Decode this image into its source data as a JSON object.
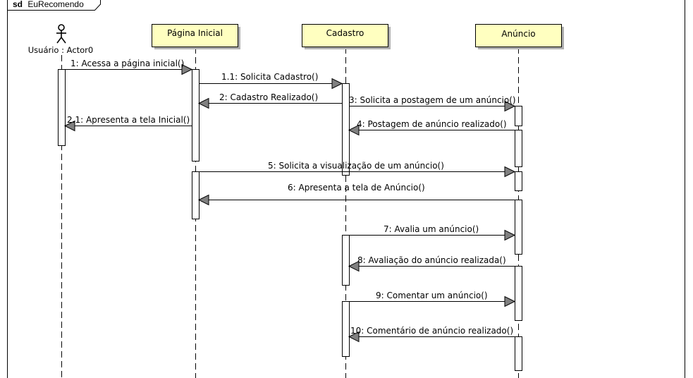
{
  "frame": {
    "keyword": "sd",
    "name": "EuRecomendo"
  },
  "colors": {
    "lifeline_box_fill": "#ffffc0",
    "lifeline_box_shadow": "#b0b0b0",
    "line": "#000000",
    "arrow_fill": "#808080",
    "background": "#ffffff"
  },
  "actor": {
    "icon": "stick-figure-icon",
    "label": "Usuário : Actor0"
  },
  "lifelines": [
    {
      "id": "pagina",
      "label": "Página Inicial"
    },
    {
      "id": "cadastro",
      "label": "Cadastro"
    },
    {
      "id": "anuncio",
      "label": "Anúncio"
    }
  ],
  "messages": [
    {
      "id": "m1",
      "from": "actor",
      "to": "pagina",
      "label": "1: Acessa a página inicial()"
    },
    {
      "id": "m1_1",
      "from": "pagina",
      "to": "cadastro",
      "label": "1.1: Solicita Cadastro()"
    },
    {
      "id": "m2",
      "from": "cadastro",
      "to": "pagina",
      "label": "2: Cadastro Realizado()"
    },
    {
      "id": "m3",
      "from": "cadastro",
      "to": "anuncio",
      "label": "3: Solicita a postagem de um anúncio()"
    },
    {
      "id": "m2_1",
      "from": "pagina",
      "to": "actor",
      "label": "2.1: Apresenta a tela Inicial()"
    },
    {
      "id": "m4",
      "from": "anuncio",
      "to": "cadastro",
      "label": "4: Postagem de anúncio realizado()"
    },
    {
      "id": "m5",
      "from": "pagina",
      "to": "anuncio",
      "label": "5: Solicita a visualização de um anúncio()"
    },
    {
      "id": "m6",
      "from": "anuncio",
      "to": "pagina",
      "label": "6: Apresenta a tela de Anúncio()"
    },
    {
      "id": "m7",
      "from": "cadastro",
      "to": "anuncio",
      "label": "7: Avalia um anúncio()"
    },
    {
      "id": "m8",
      "from": "anuncio",
      "to": "cadastro",
      "label": "8: Avaliação do anúncio realizada()"
    },
    {
      "id": "m9",
      "from": "cadastro",
      "to": "anuncio",
      "label": "9: Comentar um anúncio()"
    },
    {
      "id": "m10",
      "from": "anuncio",
      "to": "cadastro",
      "label": "10: Comentário de anúncio realizado()"
    }
  ]
}
